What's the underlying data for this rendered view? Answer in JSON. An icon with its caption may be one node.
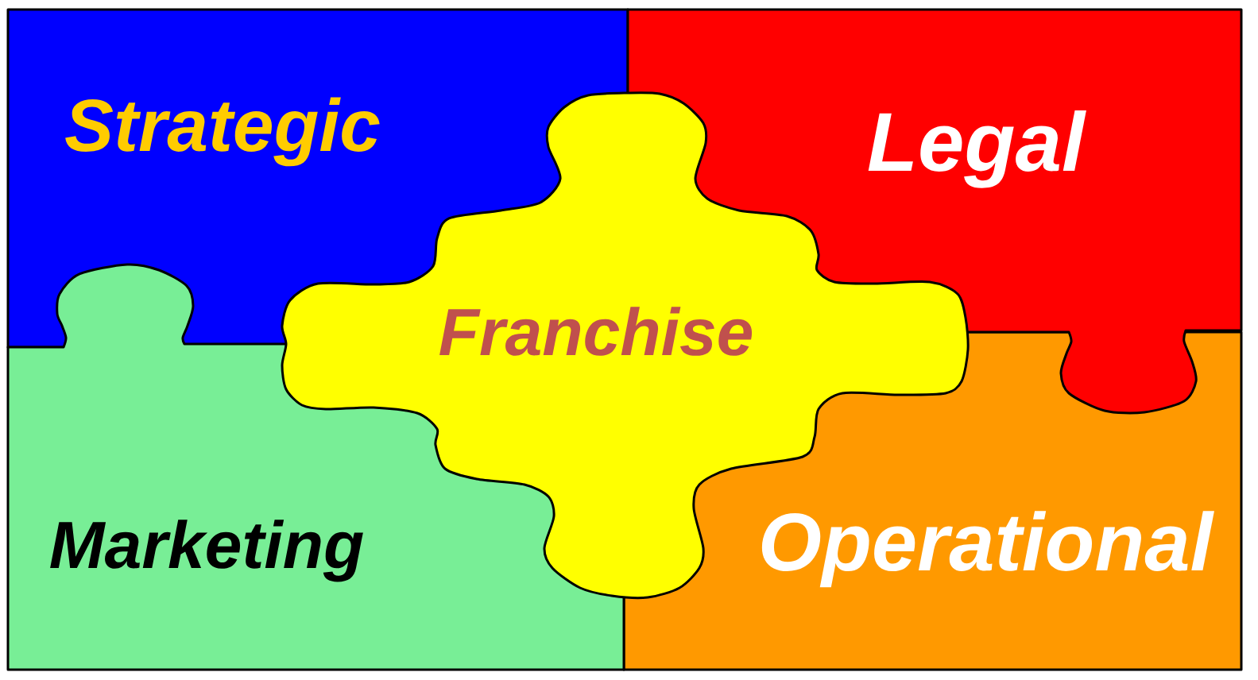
{
  "diagram": {
    "nodes": [
      {
        "text": [
          "Strategic"
        ]
      },
      {
        "text": [
          "Legal"
        ]
      },
      {
        "text": [
          "Franchise"
        ]
      },
      {
        "text": [
          "Marketing"
        ]
      },
      {
        "text": [
          "Operational"
        ]
      }
    ]
  }
}
